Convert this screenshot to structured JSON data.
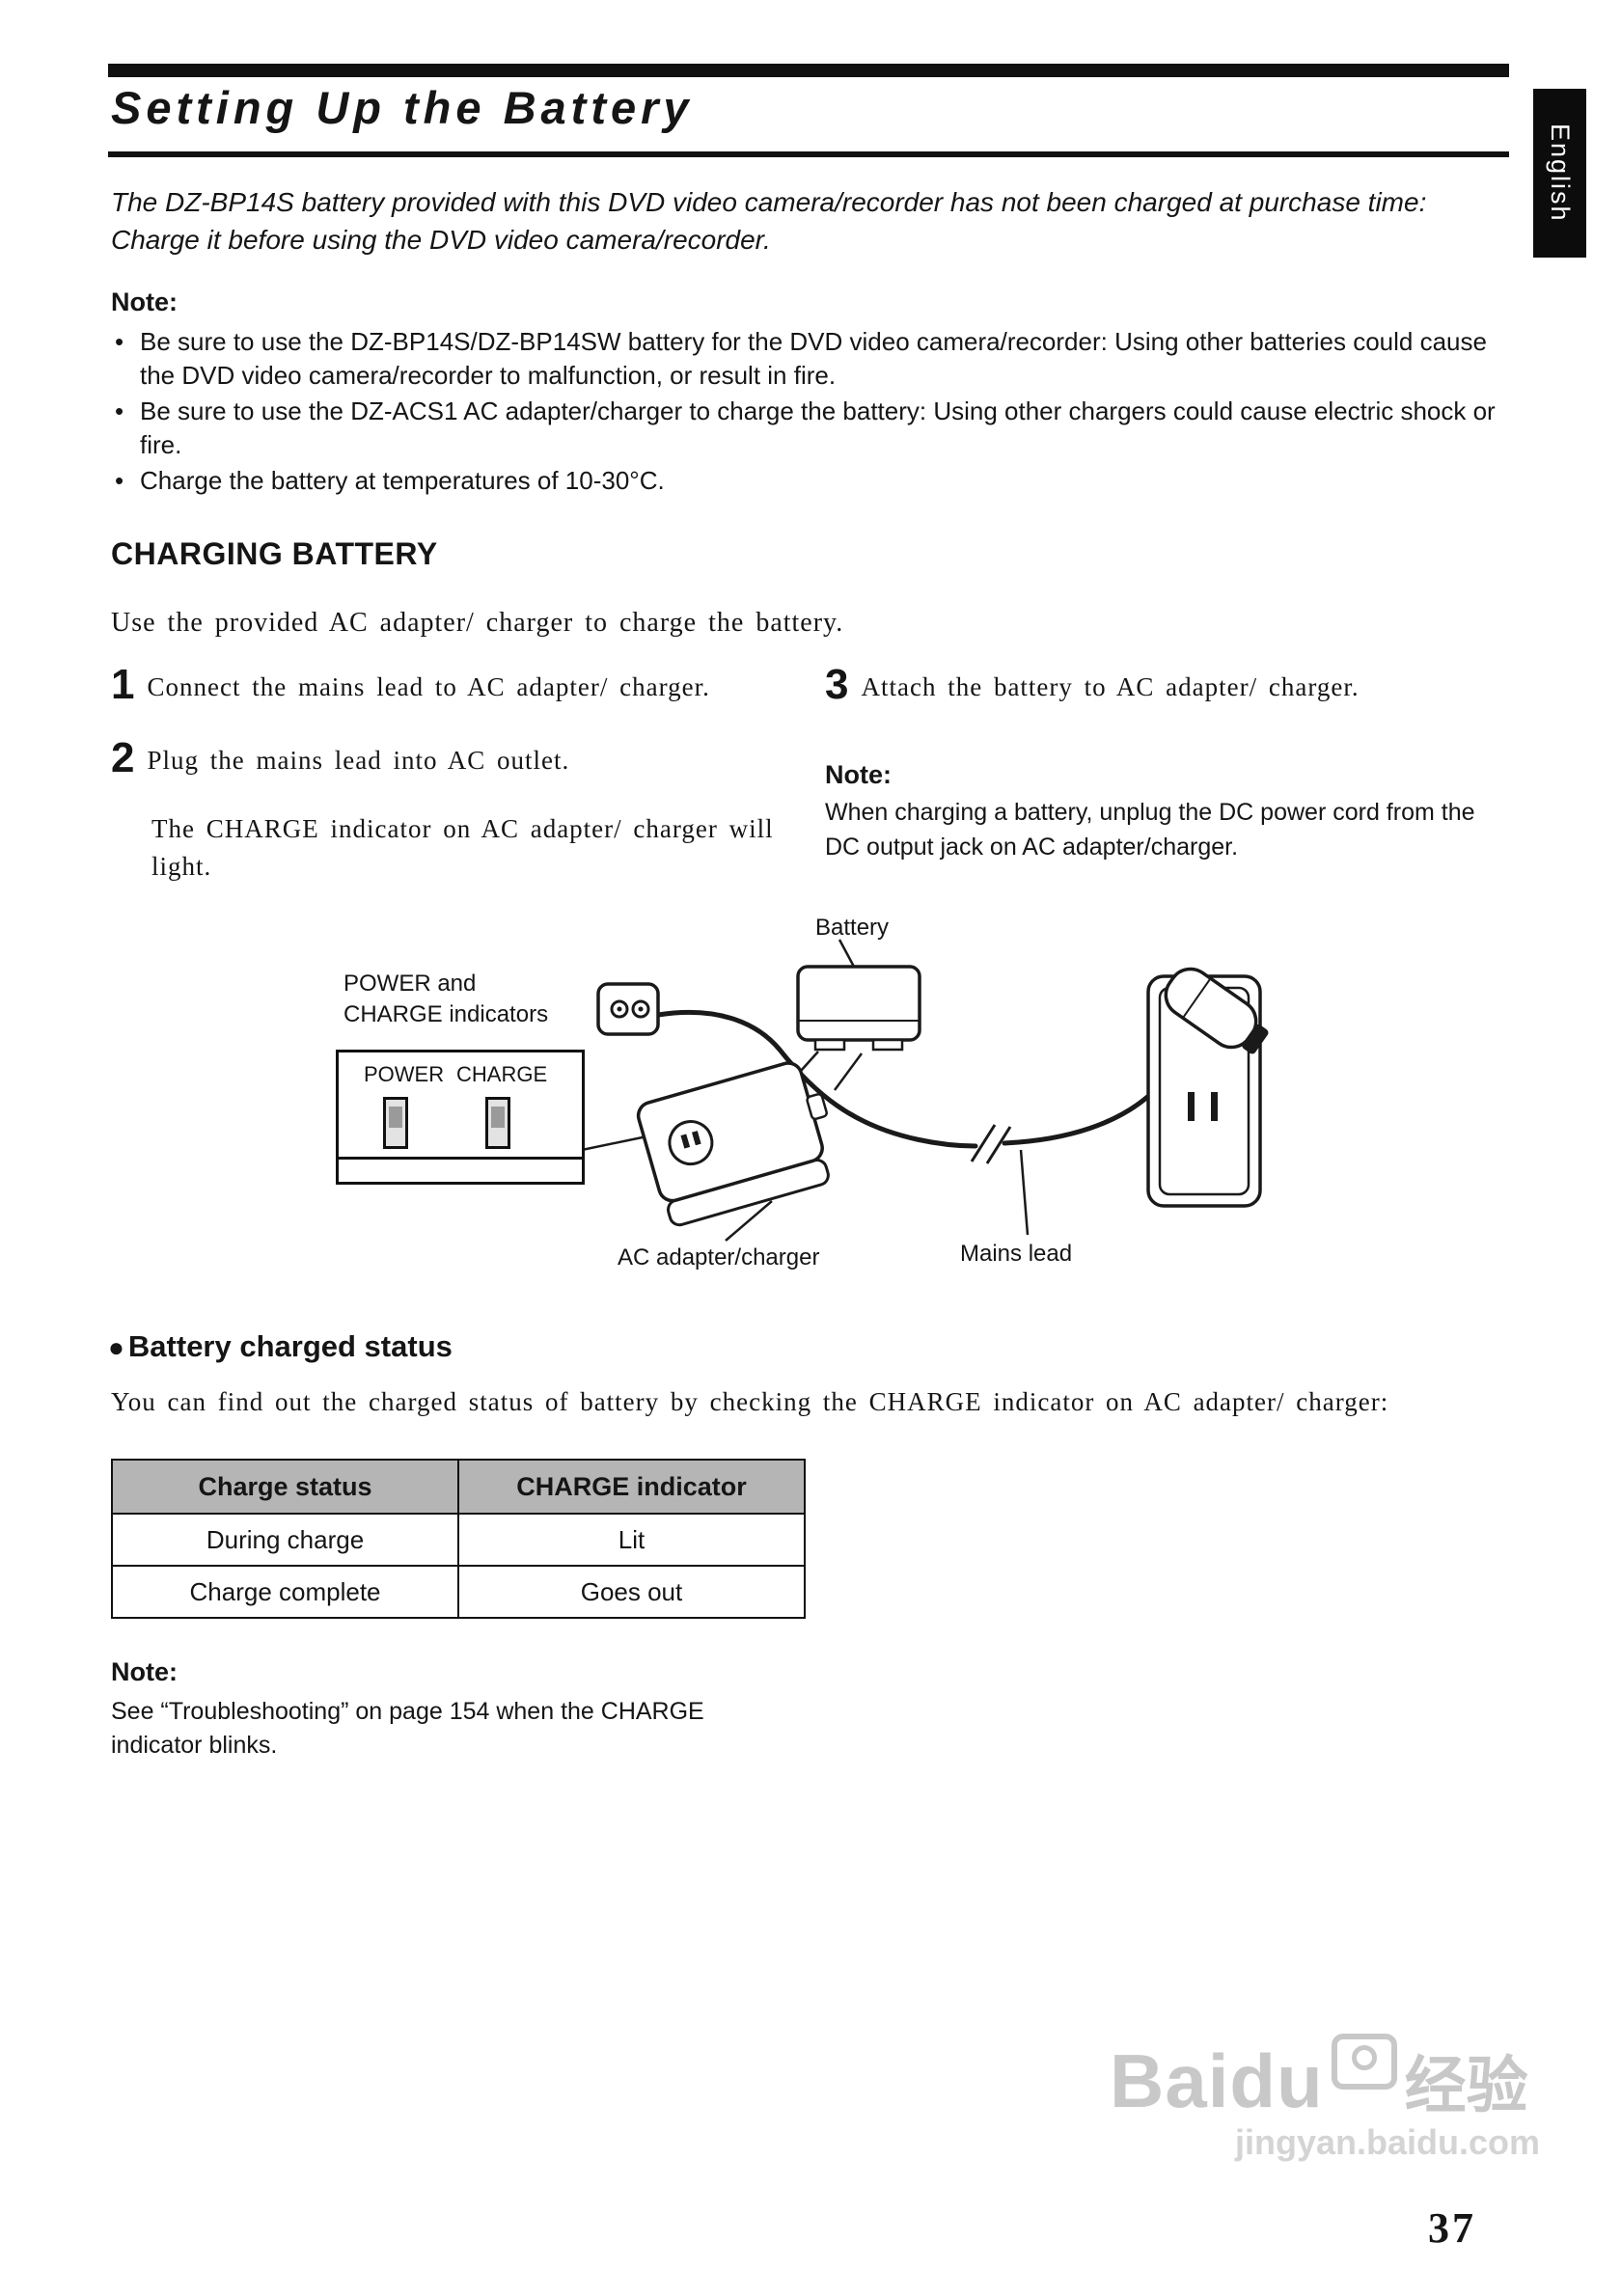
{
  "side_tab": "English",
  "title": "Setting Up the Battery",
  "intro": "The DZ-BP14S battery provided with this DVD video camera/recorder has not been charged at purchase time: Charge it before using the DVD video camera/recorder.",
  "note1": {
    "label": "Note:",
    "bullet_char": "•",
    "bullets": [
      "Be sure to use the DZ-BP14S/DZ-BP14SW battery for the DVD video camera/recorder: Using other batteries could cause the DVD video camera/recorder to malfunction, or result in fire.",
      "Be sure to use the DZ-ACS1 AC adapter/charger to charge the battery: Using other chargers could cause electric shock or fire.",
      "Charge the battery at temperatures of 10-30°C."
    ]
  },
  "section1": {
    "heading": "CHARGING BATTERY",
    "lead": "Use the provided AC adapter/ charger to charge the battery.",
    "steps": [
      {
        "num": "1",
        "text": "Connect the mains lead to AC adapter/ charger."
      },
      {
        "num": "2",
        "text": "Plug the mains lead into AC outlet."
      },
      {
        "num": "3",
        "text": "Attach the battery to AC adapter/ charger."
      }
    ],
    "step2_detail": "The CHARGE indicator on AC adapter/ charger will light.",
    "note": {
      "label": "Note:",
      "text": "When charging a battery, unplug the DC power cord from the DC output jack on AC adapter/charger."
    }
  },
  "diagram": {
    "battery": "Battery",
    "indicators": "POWER and CHARGE indicators",
    "power": "POWER",
    "charge": "CHARGE",
    "adapter": "AC adapter/charger",
    "mains": "Mains lead"
  },
  "section2": {
    "bullet": "●",
    "heading": "Battery charged status",
    "lead": "You can find out the charged status of battery by checking the CHARGE indicator on AC adapter/ charger:",
    "table": {
      "header_bg": "#b5b5b5",
      "headers": [
        "Charge status",
        "CHARGE indicator"
      ],
      "rows": [
        [
          "During charge",
          "Lit"
        ],
        [
          "Charge complete",
          "Goes out"
        ]
      ]
    },
    "note": {
      "label": "Note:",
      "text": "See “Troubleshooting” on page 154 when the CHARGE indicator blinks."
    }
  },
  "watermark": {
    "brand": "Baidu",
    "suffix": "经验",
    "url": "jingyan.baidu.com"
  },
  "page_number": "37"
}
